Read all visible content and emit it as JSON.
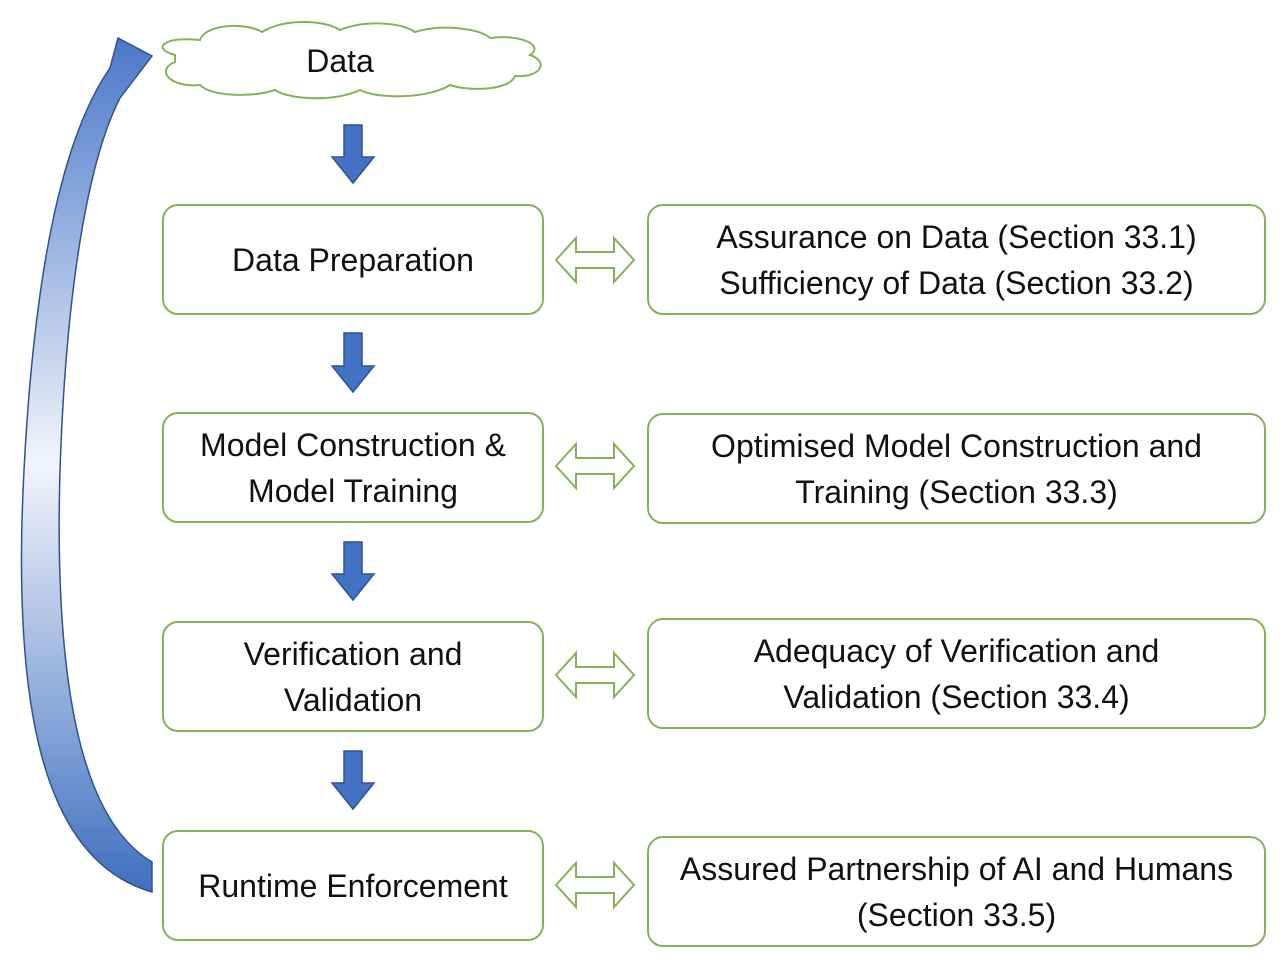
{
  "source": {
    "label": "Data"
  },
  "stages": [
    {
      "id": "data-preparation",
      "lines": [
        "Data Preparation"
      ]
    },
    {
      "id": "model-construction",
      "lines": [
        "Model Construction &",
        "Model Training"
      ]
    },
    {
      "id": "verification",
      "lines": [
        "Verification and",
        "Validation"
      ]
    },
    {
      "id": "runtime",
      "lines": [
        "Runtime Enforcement"
      ]
    }
  ],
  "assurances": [
    {
      "id": "data-assurance",
      "lines": [
        "Assurance on Data (Section 33.1)",
        "Sufficiency of Data (Section 33.2)"
      ]
    },
    {
      "id": "model-assurance",
      "lines": [
        "Optimised Model Construction and",
        "Training (Section 33.3)"
      ]
    },
    {
      "id": "vv-assurance",
      "lines": [
        "Adequacy of Verification and",
        "Validation (Section 33.4)"
      ]
    },
    {
      "id": "runtime-assurance",
      "lines": [
        "Assured Partnership of AI and Humans",
        "(Section 33.5)"
      ]
    }
  ],
  "colors": {
    "box_border": "#86b257",
    "flow_arrow": "#4472c4",
    "flow_arrow_stroke": "#2f528f",
    "double_arrow": "#86b257",
    "cloud_border": "#86b257"
  }
}
